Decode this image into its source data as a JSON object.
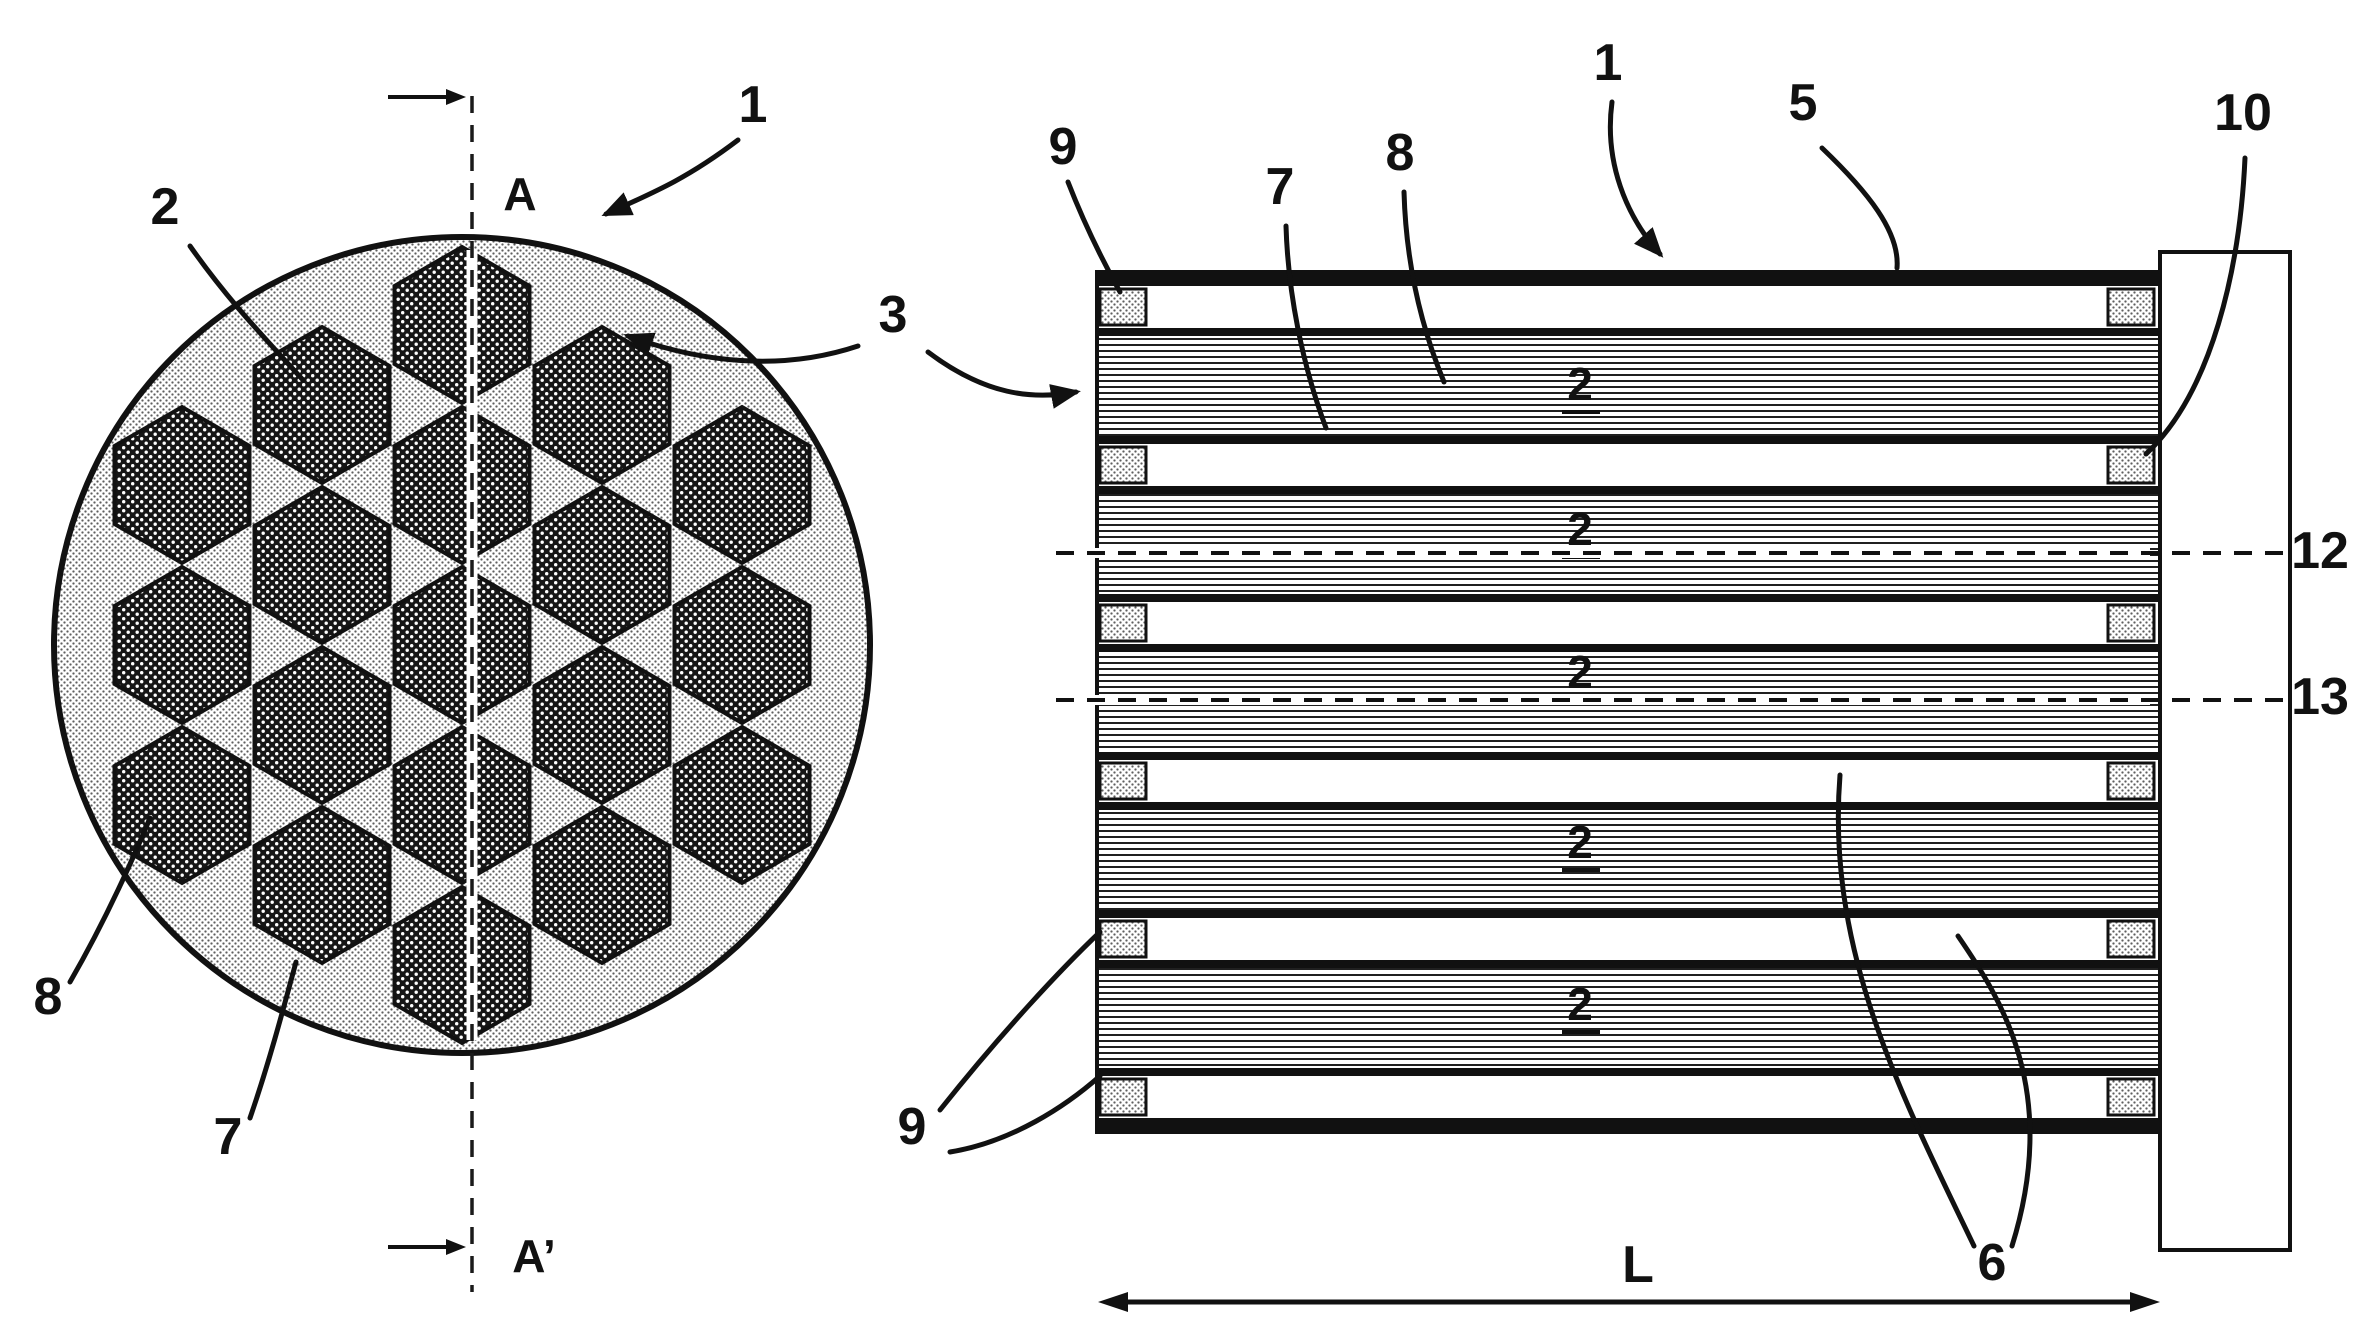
{
  "cross_section": {
    "label_1": "1",
    "label_2": "2",
    "label_3": "3",
    "label_7": "7",
    "label_8": "8",
    "section_top": "A",
    "section_bottom": "A’"
  },
  "longitudinal_section": {
    "label_1": "1",
    "label_5": "5",
    "label_6": "6",
    "label_7": "7",
    "label_8": "8",
    "label_9_top": "9",
    "label_9_bottom": "9",
    "label_10": "10",
    "label_12": "12",
    "label_13": "13",
    "length_label": "L",
    "cell_labels": [
      "2",
      "2",
      "2",
      "2",
      "2"
    ]
  }
}
